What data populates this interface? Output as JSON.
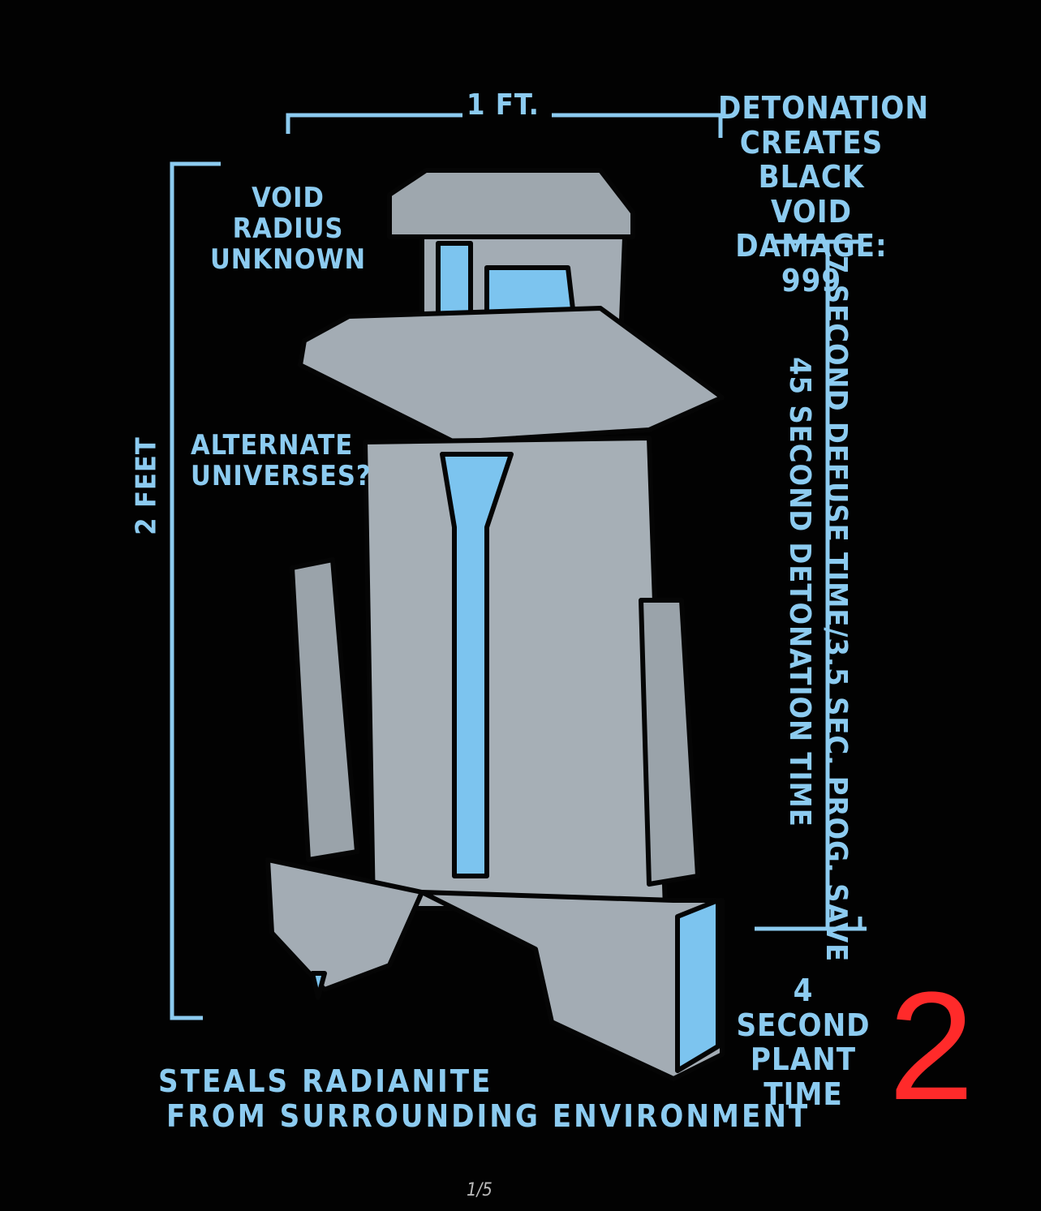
{
  "title_number": "2",
  "signature": "1/5",
  "labels": {
    "width": "1 FT.",
    "height": "2 FEET",
    "detonation": [
      "DETONATION",
      "CREATES",
      "BLACK VOID",
      "DAMAGE: 999"
    ],
    "void_radius": [
      "VOID RADIUS",
      "UNKNOWN"
    ],
    "alternate": [
      "ALTERNATE",
      "UNIVERSES?"
    ],
    "defuse": "7 SECOND DEFUSE TIME/3.5 SEC. PROG. SAVE",
    "detonation_time": "45 SECOND DETONATION TIME",
    "plant": [
      "4 SECOND",
      "PLANT",
      "TIME"
    ],
    "steals": [
      "STEALS RADIANITE",
      "FROM SURROUNDING ENVIRONMENT"
    ]
  },
  "colors": {
    "background": "#020202",
    "label": "#8ccbf0",
    "body": "#a3acb4",
    "core": "#7cc4ef",
    "number": "#ff2a2a"
  }
}
